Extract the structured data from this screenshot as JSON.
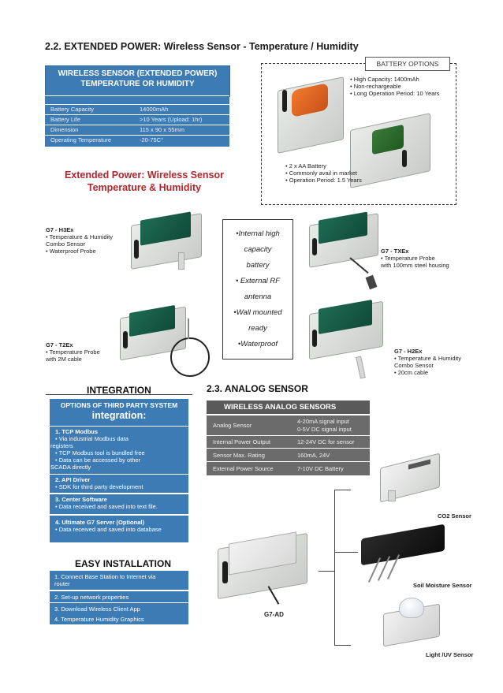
{
  "section_title": "2.2. EXTENDED POWER: Wireless Sensor - Temperature / Humidity",
  "header_box": {
    "line1": "WIRELESS SENSOR (EXTENDED POWER)",
    "line2": "TEMPERATURE OR HUMIDITY"
  },
  "specs": [
    {
      "label": "Battery Capacity",
      "value": "14000mAh"
    },
    {
      "label": "Battery Life",
      "value": ">10 Years (Upload: 1hr)"
    },
    {
      "label": "Dimension",
      "value": "115 x 90 x 55mm"
    },
    {
      "label": "Operating Temperature",
      "value": "-20-75C°"
    }
  ],
  "red_title": {
    "line1": "Extended Power: Wireless Sensor",
    "line2": "Temperature & Humidity"
  },
  "battery_options": {
    "label": "BATTERY OPTIONS",
    "option1": [
      "• High Capacity: 1400mAh",
      "• Non-rechargeable",
      "• Long Operation Period: 10 Years"
    ],
    "option2": [
      "• 2 x AA Battery",
      "• Commonly avail in market",
      "•  Operation Period: 1.5 Years"
    ]
  },
  "products": {
    "h3ex": {
      "name": "G7 - H3Ex",
      "l1": "• Temperature & Humidity",
      "l2": "Combo Sensor",
      "l3": "• Waterproof Probe"
    },
    "txex": {
      "name": "G7 - TXEx",
      "l1": "• Temperature Probe",
      "l2": "with 100mm steel housing"
    },
    "t2ex": {
      "name": "G7 - T2Ex",
      "l1": "• Temperature Probe",
      "l2": "with 2M cable"
    },
    "h2ex": {
      "name": "G7 - H2Ex",
      "l1": "• Temperature & Humidity",
      "l2": "Combo Sensor",
      "l3": "• 20cm cable"
    }
  },
  "features": [
    "•Internal high",
    "capacity",
    "battery",
    "• External RF",
    "antenna",
    "•Wall mounted",
    "ready",
    "•Waterproof"
  ],
  "integration": {
    "title": "INTEGRATION",
    "head1": "OPTIONS OF THIRD PARTY SYSTEM",
    "head2": "integration:",
    "items": [
      {
        "title": "1. TCP Modbus",
        "lines": [
          "• Via industrial Modbus data",
          "registers",
          "• TCP Modbus tool is bundled free",
          "• Data can be accessed by other",
          "SCADA directly"
        ]
      },
      {
        "title": "2. API Driver",
        "lines": [
          "• SDK for third party development"
        ]
      },
      {
        "title": "3. Center Software",
        "lines": [
          "• Data received and saved into text file."
        ]
      },
      {
        "title": "4. Ultimate G7 Server (Optional)",
        "lines": [
          "• Data received and saved into database"
        ]
      }
    ]
  },
  "easy_install": {
    "title": "EASY INSTALLATION",
    "steps": [
      "1. Connect Base Station to Internet via",
      "router",
      "2. Set-up network properties",
      "3. Download Wireless Client App",
      "4. Temperature Humidity Graphics"
    ]
  },
  "analog": {
    "title": "2.3. ANALOG SENSOR",
    "head": "WIRELESS ANALOG  SENSORS",
    "rows": [
      {
        "label": "Analog Sensor",
        "v1": "4-20mA signal input",
        "v2": "0-5V DC signal input"
      },
      {
        "label": "Internal Power Output",
        "v1": "12-24V DC for sensor",
        "v2": ""
      },
      {
        "label": "Sensor Max. Rating",
        "v1": "160mA, 24V",
        "v2": ""
      },
      {
        "label": "External Power Source",
        "v1": "7-10V DC Battery",
        "v2": ""
      }
    ],
    "device_label": "G7-AD",
    "sensors": [
      "CO2 Sensor",
      "Soil Moisture Sensor",
      "Light /UV Sensor"
    ]
  },
  "colors": {
    "accent_blue": "#3d7bb5",
    "red": "#b3262c",
    "gray_table": "#6b6b6b",
    "device_green": "#1f6b53"
  }
}
